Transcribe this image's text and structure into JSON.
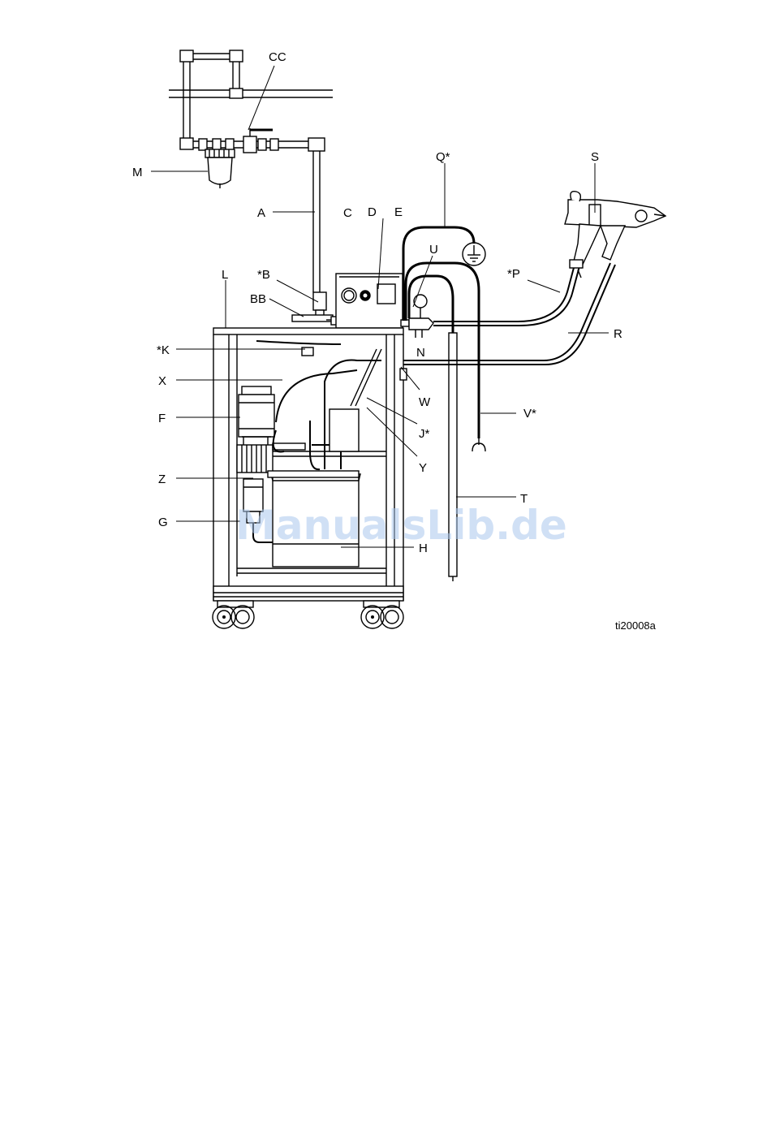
{
  "figure": {
    "id": "ti20008a",
    "watermark": "ManualsLib.de"
  },
  "callouts": [
    {
      "key": "cc",
      "label": "CC"
    },
    {
      "key": "m",
      "label": "M"
    },
    {
      "key": "a",
      "label": "A"
    },
    {
      "key": "q",
      "label": "Q*"
    },
    {
      "key": "s",
      "label": "S"
    },
    {
      "key": "c",
      "label": "C"
    },
    {
      "key": "d",
      "label": "D"
    },
    {
      "key": "e",
      "label": "E"
    },
    {
      "key": "u",
      "label": "U"
    },
    {
      "key": "l",
      "label": "L"
    },
    {
      "key": "b",
      "label": "*B"
    },
    {
      "key": "p",
      "label": "*P"
    },
    {
      "key": "bb",
      "label": "BB"
    },
    {
      "key": "r",
      "label": "R"
    },
    {
      "key": "k",
      "label": "*K"
    },
    {
      "key": "n",
      "label": "N"
    },
    {
      "key": "x",
      "label": "X"
    },
    {
      "key": "w",
      "label": "W"
    },
    {
      "key": "f",
      "label": "F"
    },
    {
      "key": "v",
      "label": "V*"
    },
    {
      "key": "j",
      "label": "J*"
    },
    {
      "key": "y",
      "label": "Y"
    },
    {
      "key": "z",
      "label": "Z"
    },
    {
      "key": "t",
      "label": "T"
    },
    {
      "key": "g",
      "label": "G"
    },
    {
      "key": "h",
      "label": "H"
    }
  ]
}
